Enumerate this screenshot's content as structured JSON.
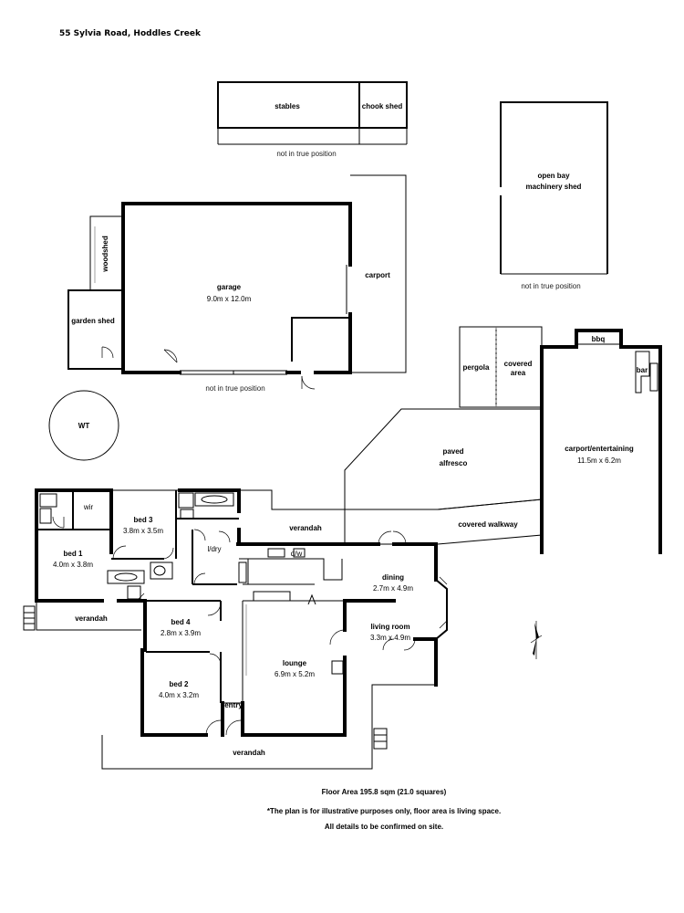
{
  "address": "55 Sylvia Road, Hoddles Creek",
  "outbuildings": {
    "stables": "stables",
    "chook_shed": "chook shed",
    "stables_note": "not in true position",
    "machinery_shed_line1": "open bay",
    "machinery_shed_line2": "machinery shed",
    "machinery_note": "not in true position",
    "woodshed": "woodshed",
    "garden_shed": "garden shed",
    "garage": "garage",
    "garage_size": "9.0m x 12.0m",
    "carport": "carport",
    "garage_note": "not in true position",
    "water_tank": "WT"
  },
  "outdoor": {
    "pergola": "pergola",
    "covered_area_line1": "covered",
    "covered_area_line2": "area",
    "bbq": "bbq",
    "bar": "bar",
    "paved_line1": "paved",
    "paved_line2": "alfresco",
    "carport_entertaining": "carport/entertaining",
    "carport_entertaining_size": "11.5m x 6.2m",
    "covered_walkway": "covered walkway"
  },
  "rooms": {
    "wir": "wir",
    "bed1": "bed 1",
    "bed1_size": "4.0m x 3.8m",
    "bed3": "bed 3",
    "bed3_size": "3.8m x 3.5m",
    "ldry": "l/dry",
    "verandah_north": "verandah",
    "dw": "d/w",
    "dining": "dining",
    "dining_size": "2.7m x 4.9m",
    "living": "living room",
    "living_size": "3.3m x 4.9m",
    "verandah_west": "verandah",
    "bed4": "bed 4",
    "bed4_size": "2.8m x 3.9m",
    "lounge": "lounge",
    "lounge_size": "6.9m x 5.2m",
    "bed2": "bed 2",
    "bed2_size": "4.0m x 3.2m",
    "entry": "entry",
    "verandah_south": "verandah"
  },
  "footer": {
    "floor_area": "Floor Area 195.8 sqm (21.0 squares)",
    "disclaimer_line1": "*The plan is for illustrative purposes only, floor area is living space.",
    "disclaimer_line2": "All details to be confirmed on site."
  }
}
